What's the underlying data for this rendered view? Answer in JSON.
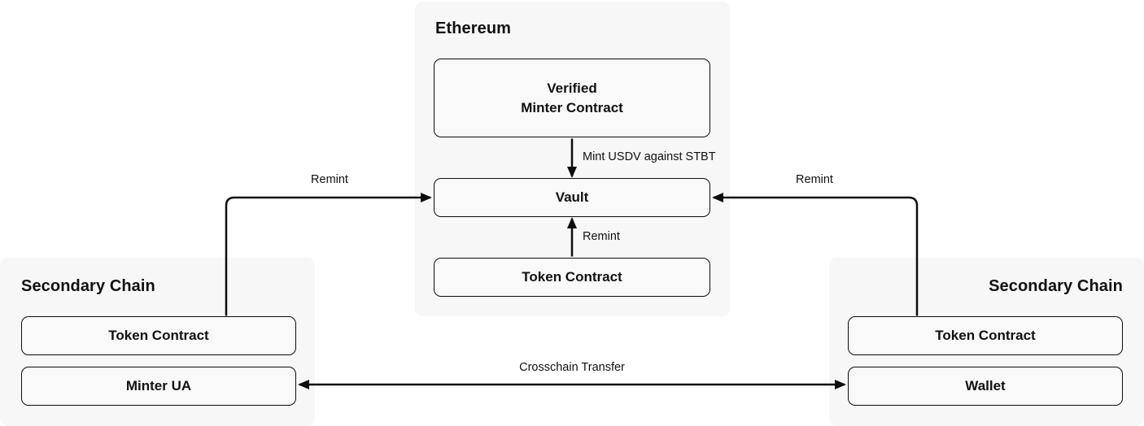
{
  "diagram": {
    "ethereum_panel": {
      "title": "Ethereum",
      "nodes": {
        "verified_minter_contract": "Verified\nMinter Contract",
        "vault": "Vault",
        "token_contract": "Token Contract"
      }
    },
    "left_secondary_panel": {
      "title": "Secondary Chain",
      "nodes": {
        "token_contract": "Token Contract",
        "minter_ua": "Minter UA"
      }
    },
    "right_secondary_panel": {
      "title": "Secondary Chain",
      "nodes": {
        "token_contract": "Token Contract",
        "wallet": "Wallet"
      }
    },
    "edges": {
      "mint_label": "Mint USDV against STBT",
      "remint_center_label": "Remint",
      "remint_left_label": "Remint",
      "remint_right_label": "Remint",
      "crosschain_label": "Crosschain Transfer"
    },
    "colors": {
      "panel_bg": "#f7f7f7",
      "node_bg": "#f9f9f9",
      "line": "#0d0d0d",
      "text": "#111111",
      "page_bg": "#ffffff"
    }
  }
}
